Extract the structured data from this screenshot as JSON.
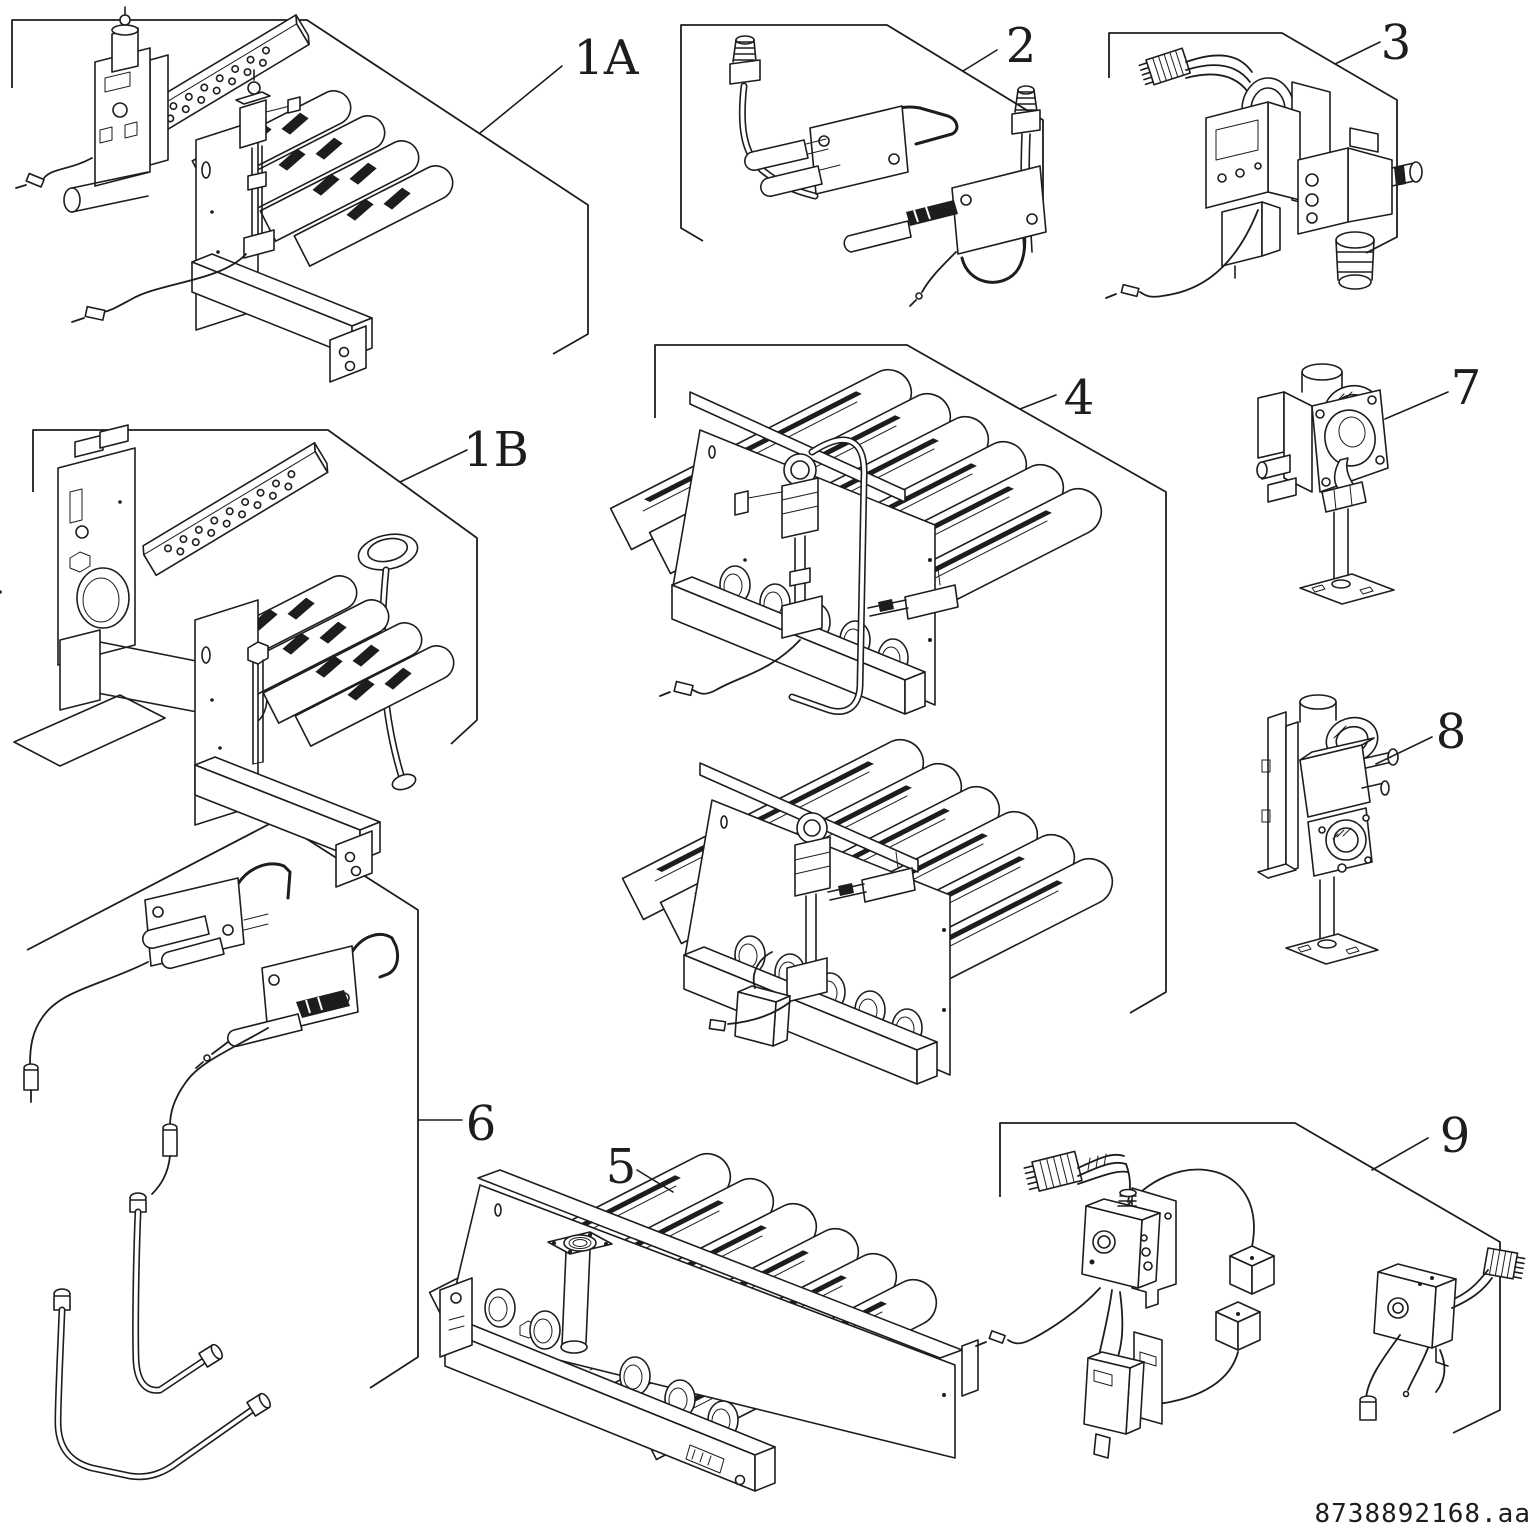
{
  "diagram": {
    "background_color": "#ffffff",
    "line_color": "#1d1d1d",
    "footer": {
      "document_code": "8738892168.aa"
    },
    "callouts": [
      {
        "label": "1A"
      },
      {
        "label": "1B"
      },
      {
        "label": "2"
      },
      {
        "label": "3"
      },
      {
        "label": "4"
      },
      {
        "label": "5"
      },
      {
        "label": "6"
      },
      {
        "label": "7"
      },
      {
        "label": "8"
      },
      {
        "label": "9"
      }
    ]
  }
}
